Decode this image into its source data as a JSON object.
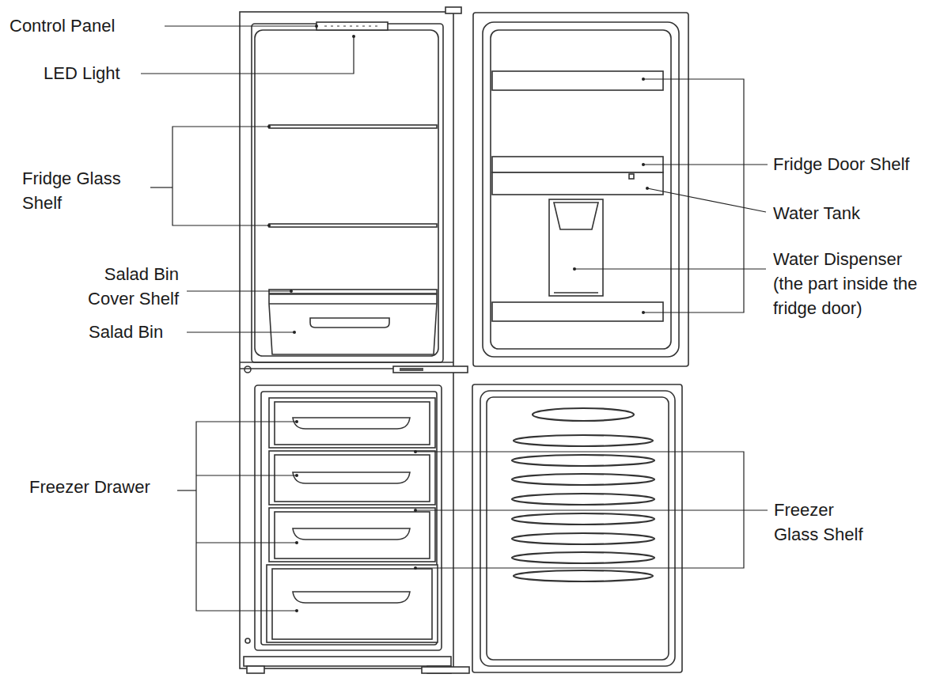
{
  "diagram": {
    "labels": [
      "Control Panel",
      "LED Light",
      "Fridge Glass Shelf",
      "Salad Bin Cover Shelf",
      "Salad Bin",
      "Freezer Drawer",
      "Fridge Door Shelf",
      "Water Tank",
      "Water Dispenser (the part inside the fridge door)",
      "Freezer Glass Shelf"
    ]
  }
}
